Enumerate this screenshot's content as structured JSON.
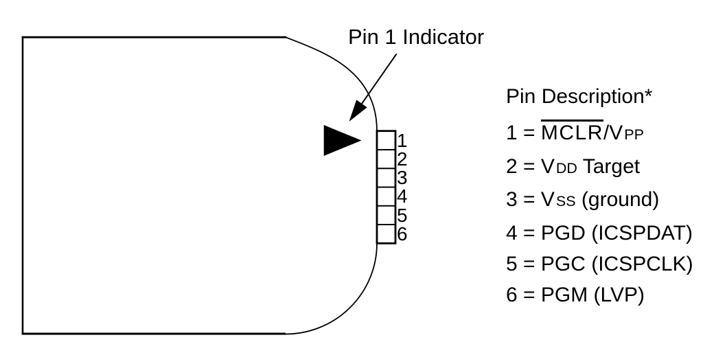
{
  "colors": {
    "background": "#ffffff",
    "ink": "#000000"
  },
  "annotation": {
    "pin1_label": "Pin 1 Indicator"
  },
  "connector": {
    "pins": [
      "1",
      "2",
      "3",
      "4",
      "5",
      "6"
    ]
  },
  "pin_description": {
    "header": "Pin Description*",
    "lines": [
      {
        "segments": [
          {
            "t": "1 = ",
            "s": "n"
          },
          {
            "t": "MCLR",
            "s": "over"
          },
          {
            "t": "/V",
            "s": "n"
          },
          {
            "t": "PP",
            "s": "sc"
          }
        ]
      },
      {
        "segments": [
          {
            "t": "2 = V",
            "s": "n"
          },
          {
            "t": "DD",
            "s": "sc"
          },
          {
            "t": " Target",
            "s": "n"
          }
        ]
      },
      {
        "segments": [
          {
            "t": "3 = V",
            "s": "n"
          },
          {
            "t": "SS",
            "s": "sc"
          },
          {
            "t": " (ground)",
            "s": "n"
          }
        ]
      },
      {
        "segments": [
          {
            "t": "4 = PGD (ICSPDAT)",
            "s": "n"
          }
        ]
      },
      {
        "segments": [
          {
            "t": "5 = PGC (ICSPCLK)",
            "s": "n"
          }
        ]
      },
      {
        "segments": [
          {
            "t": "6 = PGM (LVP)",
            "s": "n"
          }
        ]
      }
    ]
  }
}
